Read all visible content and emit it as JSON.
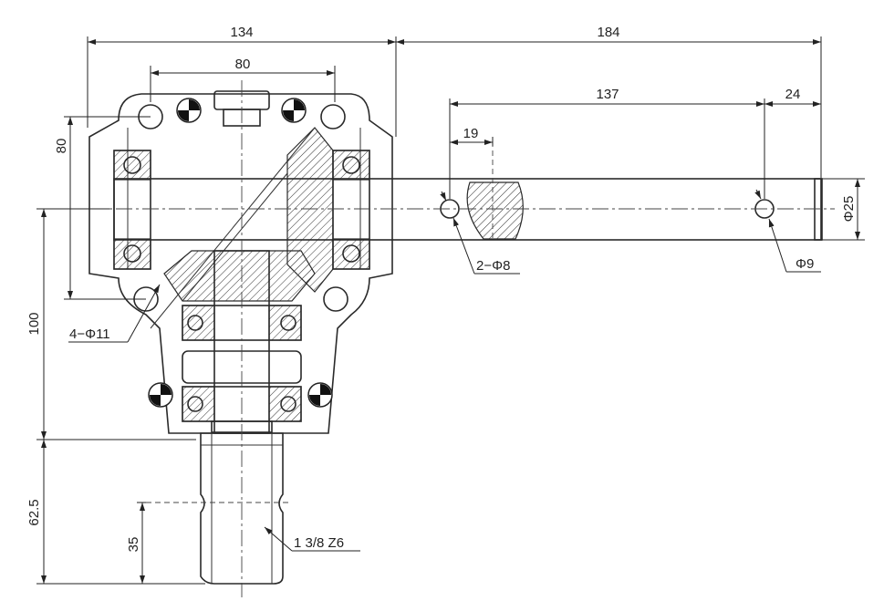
{
  "dimensions": {
    "overall_width": "134",
    "bolt_spacing": "80",
    "shaft_length": "184",
    "hole_spacing": "137",
    "end_offset": "24",
    "keyway_offset": "19",
    "vertical_bolt_spacing": "80",
    "center_height": "100",
    "output_length": "62.5",
    "spline_length": "35",
    "shaft_diameter": "Φ25",
    "cross_hole": "Φ9",
    "pin_holes": "2−Φ8",
    "mount_holes": "4−Φ11",
    "spline_spec": "1 3/8 Z6"
  },
  "colors": {
    "line": "#2a2a2a",
    "background": "#ffffff"
  }
}
